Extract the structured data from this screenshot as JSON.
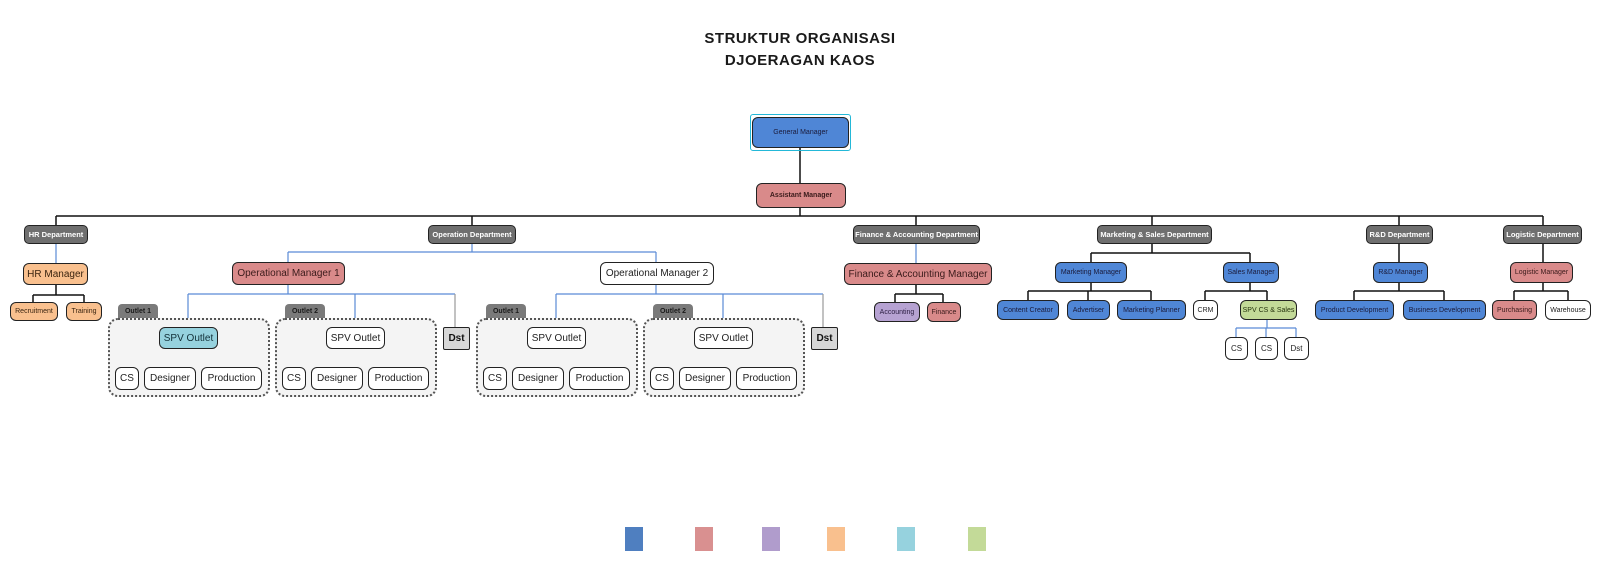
{
  "title": {
    "line1": "STRUKTUR ORGANISASI",
    "line2": "DJOERAGAN KAOS"
  },
  "top": {
    "general_manager": "General Manager",
    "assistant_manager": "Assistant Manager"
  },
  "departments": {
    "hr": "HR Department",
    "operation": "Operation Department",
    "finance": "Finance & Accounting Department",
    "marketing": "Marketing & Sales Department",
    "rnd": "R&D Department",
    "logistic": "Logistic Department"
  },
  "hr": {
    "manager": "HR Manager",
    "recruitment": "Recruitment",
    "training": "Training"
  },
  "operation": {
    "manager1": "Operational Manager 1",
    "manager2": "Operational Manager 2",
    "outlet1": "Outlet 1",
    "outlet2": "Outlet 2",
    "spv_outlet": "SPV Outlet",
    "cs": "CS",
    "designer": "Designer",
    "production": "Production",
    "dst": "Dst"
  },
  "finance": {
    "manager": "Finance & Accounting Manager",
    "accounting": "Accounting",
    "finance": "Finance"
  },
  "marketing": {
    "marketing_manager": "Marketing Manager",
    "sales_manager": "Sales Manager",
    "content_creator": "Content Creator",
    "advertiser": "Advertiser",
    "marketing_planner": "Marketing Planner",
    "crm": "CRM",
    "spv_cs_sales": "SPV CS & Sales",
    "cs": "CS",
    "dst": "Dst"
  },
  "rnd": {
    "manager": "R&D Manager",
    "product_development": "Product Development",
    "business_development": "Business Development"
  },
  "logistic": {
    "manager": "Logistic Manager",
    "purchasing": "Purchasing",
    "warehouse": "Warehouse"
  },
  "legend_colors": [
    "#4f7fc0",
    "#d99090",
    "#b09ccc",
    "#f9c08e",
    "#96d2de",
    "#c3da98"
  ]
}
